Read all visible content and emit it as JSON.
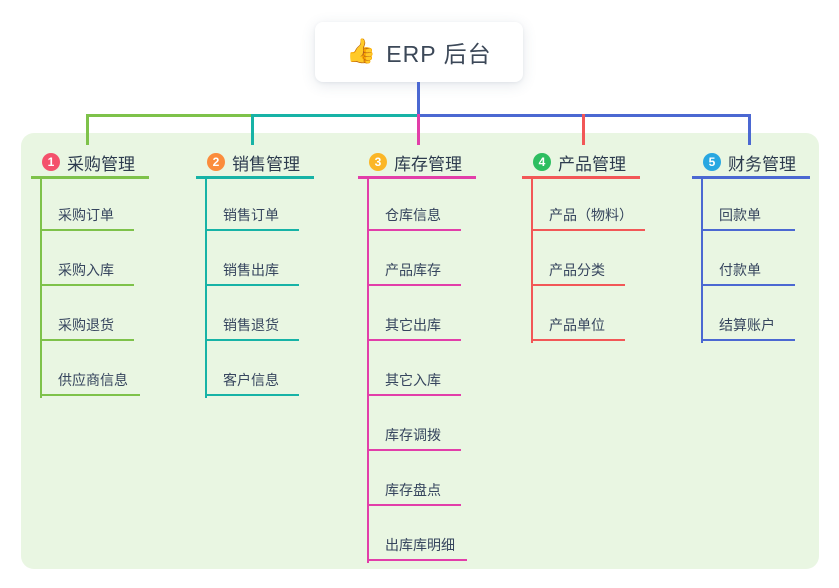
{
  "canvas": {
    "background": "#ffffff"
  },
  "panel": {
    "background": "#e9f6e2"
  },
  "root": {
    "icon": "👍",
    "label": "ERP 后台",
    "connector_color": "#4b68d2"
  },
  "branches": [
    {
      "badge": "1",
      "badge_color": "#f4516c",
      "line_color": "#7ec24a",
      "label": "采购管理",
      "children": [
        "采购订单",
        "采购入库",
        "采购退货",
        "供应商信息"
      ]
    },
    {
      "badge": "2",
      "badge_color": "#fb8c3c",
      "line_color": "#17b3a6",
      "label": "销售管理",
      "children": [
        "销售订单",
        "销售出库",
        "销售退货",
        "客户信息"
      ]
    },
    {
      "badge": "3",
      "badge_color": "#fbb626",
      "line_color": "#e23ea9",
      "label": "库存管理",
      "children": [
        "仓库信息",
        "产品库存",
        "其它出库",
        "其它入库",
        "库存调拨",
        "库存盘点",
        "出库库明细"
      ]
    },
    {
      "badge": "4",
      "badge_color": "#2dbe60",
      "line_color": "#f25757",
      "label": "产品管理",
      "children": [
        "产品（物料）",
        "产品分类",
        "产品单位"
      ]
    },
    {
      "badge": "5",
      "badge_color": "#28a7e1",
      "line_color": "#4b68d2",
      "label": "财务管理",
      "children": [
        "回款单",
        "付款单",
        "结算账户"
      ]
    }
  ]
}
